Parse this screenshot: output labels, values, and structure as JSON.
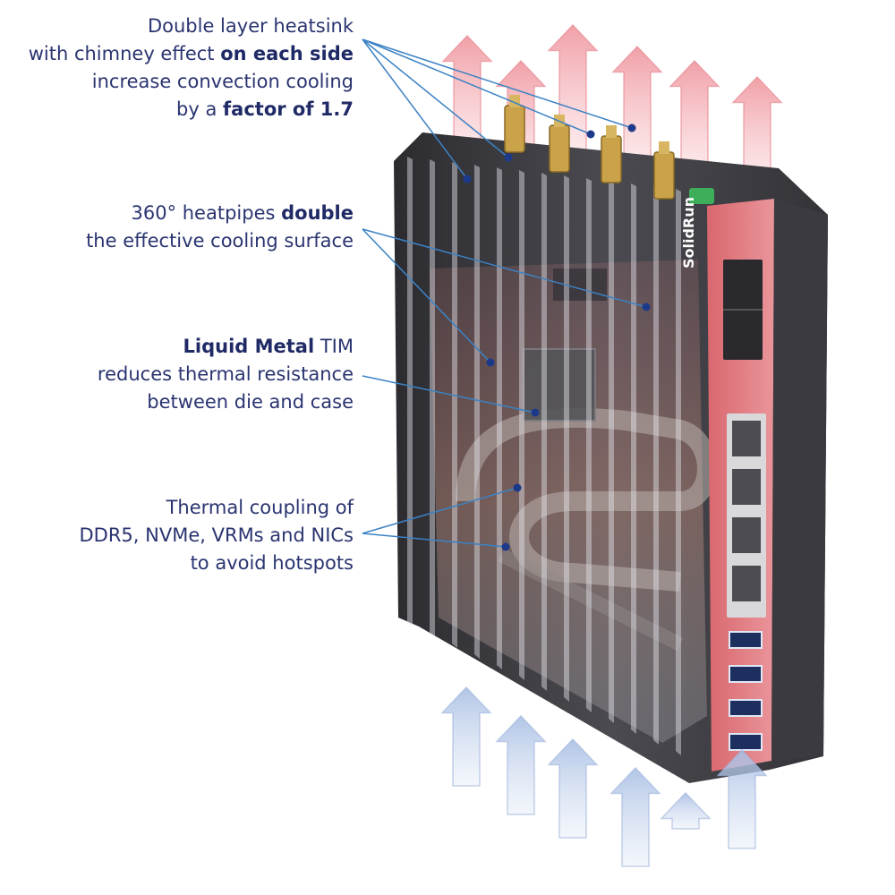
{
  "callouts": [
    {
      "lines": [
        [
          {
            "t": "Double layer heatsink",
            "b": false
          }
        ],
        [
          {
            "t": "with chimney effect ",
            "b": false
          },
          {
            "t": "on each side",
            "b": true
          }
        ],
        [
          {
            "t": "increase convection cooling",
            "b": false
          }
        ],
        [
          {
            "t": "by a ",
            "b": false
          },
          {
            "t": "factor of 1.7",
            "b": true
          }
        ]
      ]
    },
    {
      "lines": [
        [
          {
            "t": "360° heatpipes ",
            "b": false
          },
          {
            "t": "double",
            "b": true
          }
        ],
        [
          {
            "t": "the effective cooling surface",
            "b": false
          }
        ]
      ]
    },
    {
      "lines": [
        [
          {
            "t": "Liquid Metal",
            "b": true
          },
          {
            "t": " TIM",
            "b": false
          }
        ],
        [
          {
            "t": "reduces thermal resistance",
            "b": false
          }
        ],
        [
          {
            "t": "between die and case",
            "b": false
          }
        ]
      ]
    },
    {
      "lines": [
        [
          {
            "t": "Thermal coupling of",
            "b": false
          }
        ],
        [
          {
            "t": "DDR5, NVMe, VRMs and NICs",
            "b": false
          }
        ],
        [
          {
            "t": "to avoid hotspots",
            "b": false
          }
        ]
      ]
    }
  ],
  "device": {
    "brand": "SolidRun"
  },
  "colors": {
    "text": "#2a3470",
    "leader": "#3b82c4",
    "hot_arrow": "#f2a3aa",
    "cold_arrow": "#b9cbe8",
    "case": "#3a3a3e",
    "front_panel": "#e0787c"
  }
}
